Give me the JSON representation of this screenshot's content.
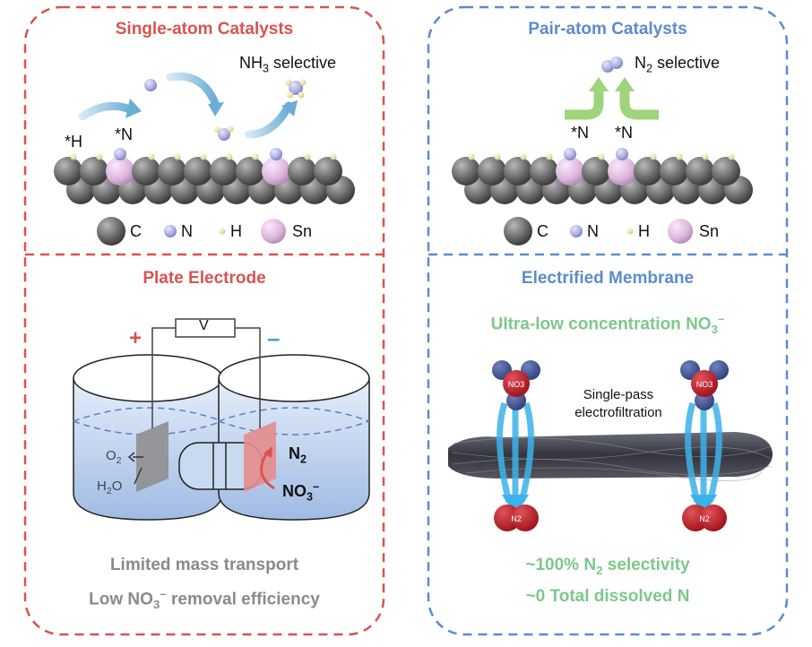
{
  "left": {
    "title": "Single-atom Catalysts",
    "selectivity": {
      "main": "NH",
      "sub": "3",
      "rest": " selective"
    },
    "labels": {
      "h_star": "*H",
      "n_star": "*N"
    },
    "legend": [
      "C",
      "N",
      "H",
      "Sn"
    ],
    "section2_title": "Plate Electrode",
    "plus": "+",
    "minus": "–",
    "voltmeter": "V",
    "o2": {
      "main": "O",
      "sub": "2"
    },
    "h2o": {
      "a": "H",
      "sub": "2",
      "b": "O"
    },
    "n2": {
      "main": "N",
      "sub": "2"
    },
    "no3": {
      "main": "NO",
      "sub": "3",
      "sup": "–"
    },
    "footer1": "Limited mass transport",
    "footer2": {
      "a": "Low NO",
      "sub": "3",
      "sup": "–",
      "b": " removal efficiency"
    }
  },
  "right": {
    "title": "Pair-atom Catalysts",
    "selectivity": {
      "main": "N",
      "sub": "2",
      "rest": " selective"
    },
    "labels": {
      "n_star_1": "*N",
      "n_star_2": "*N"
    },
    "legend": [
      "C",
      "N",
      "H",
      "Sn"
    ],
    "section2_title": "Electrified Membrane",
    "concentration": {
      "a": "Ultra-low concentration NO",
      "sub": "3",
      "sup": "–"
    },
    "process1": "Single-pass",
    "process2": "electrofiltration",
    "ion_top": "NO3",
    "ion_bottom": "N2",
    "stat1": {
      "a": "~100% N",
      "sub": "2",
      "b": " selectivity"
    },
    "stat2": "~0 Total dissolved N"
  },
  "colors": {
    "red": "#d9534f",
    "blue": "#5b8ccc",
    "green": "#7cc98a",
    "grey": "#8a8a8a"
  }
}
